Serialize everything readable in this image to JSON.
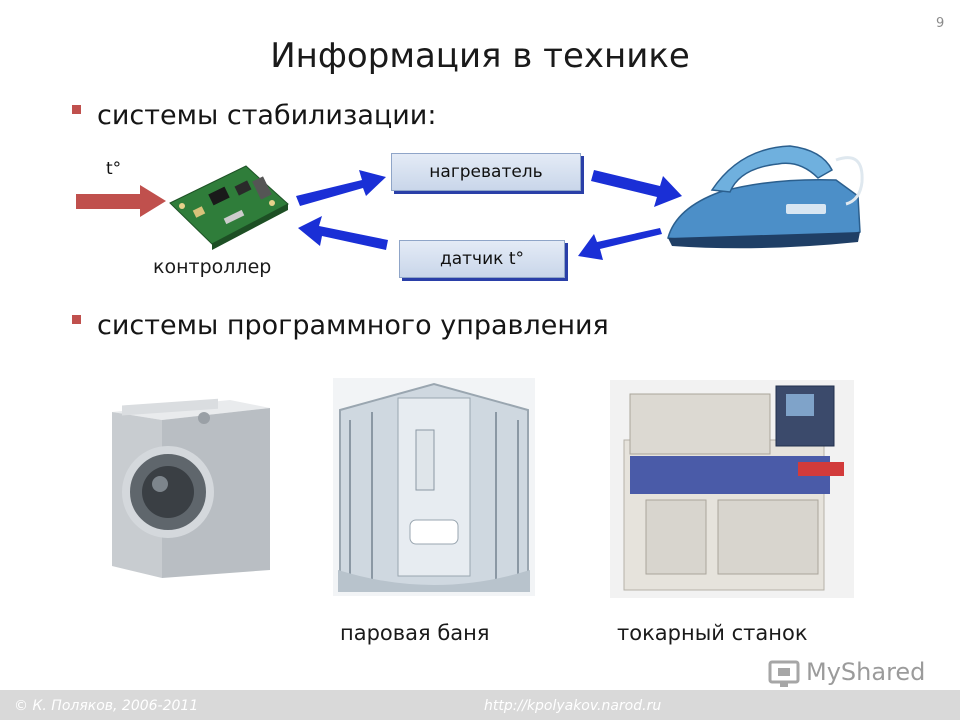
{
  "slide": {
    "number": "9",
    "title": "Информация в технике"
  },
  "bullets": [
    {
      "text": "системы стабилизации:"
    },
    {
      "text": "системы программного управления"
    }
  ],
  "diagram": {
    "temperature_label": "t°",
    "controller_label": "контроллер",
    "heater_label": "нагреватель",
    "sensor_label": "датчик t°",
    "colors": {
      "arrow_blue": "#1a2fd6",
      "arrow_red": "#c0504d",
      "box_shadow": "#2a3fa8"
    }
  },
  "images": [
    {
      "icon": "washing-machine-icon"
    },
    {
      "icon": "steam-shower-icon",
      "caption": "паровая баня"
    },
    {
      "icon": "lathe-machine-icon",
      "caption": "токарный станок"
    }
  ],
  "footer": {
    "copyright": "К. Поляков, 2006-2011",
    "url": "http://kpolyakov.narod.ru"
  },
  "watermark": {
    "brand": "MyShared"
  }
}
